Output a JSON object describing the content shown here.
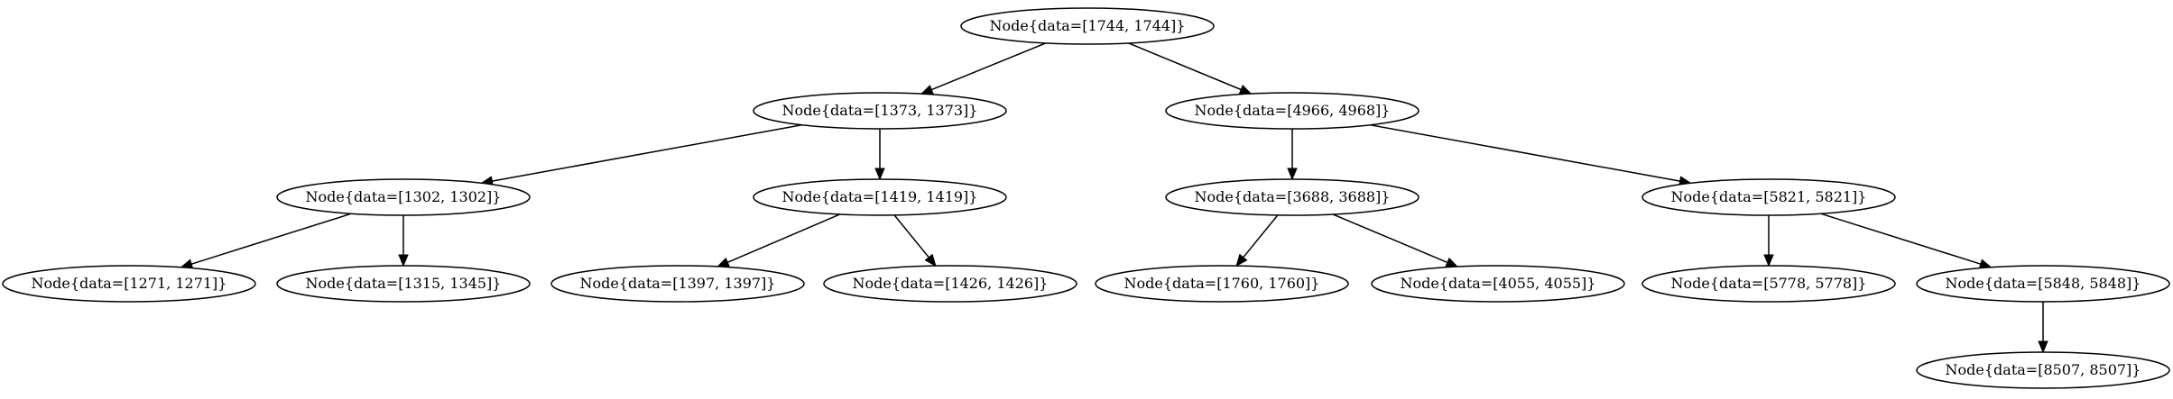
{
  "nodes": [
    {
      "id": "n1744",
      "label": "Node{data=[1744, 1744]}"
    },
    {
      "id": "n1373",
      "label": "Node{data=[1373, 1373]}"
    },
    {
      "id": "n4966",
      "label": "Node{data=[4966, 4968]}"
    },
    {
      "id": "n1302",
      "label": "Node{data=[1302, 1302]}"
    },
    {
      "id": "n1419",
      "label": "Node{data=[1419, 1419]}"
    },
    {
      "id": "n3688",
      "label": "Node{data=[3688, 3688]}"
    },
    {
      "id": "n5821",
      "label": "Node{data=[5821, 5821]}"
    },
    {
      "id": "n1271",
      "label": "Node{data=[1271, 1271]}"
    },
    {
      "id": "n1315",
      "label": "Node{data=[1315, 1345]}"
    },
    {
      "id": "n1397",
      "label": "Node{data=[1397, 1397]}"
    },
    {
      "id": "n1426",
      "label": "Node{data=[1426, 1426]}"
    },
    {
      "id": "n1760",
      "label": "Node{data=[1760, 1760]}"
    },
    {
      "id": "n4055",
      "label": "Node{data=[4055, 4055]}"
    },
    {
      "id": "n5778",
      "label": "Node{data=[5778, 5778]}"
    },
    {
      "id": "n5848",
      "label": "Node{data=[5848, 5848]}"
    },
    {
      "id": "n8507",
      "label": "Node{data=[8507, 8507]}"
    }
  ],
  "edges": [
    {
      "from": "n1744",
      "to": "n1373"
    },
    {
      "from": "n1744",
      "to": "n4966"
    },
    {
      "from": "n1373",
      "to": "n1302"
    },
    {
      "from": "n1373",
      "to": "n1419"
    },
    {
      "from": "n4966",
      "to": "n3688"
    },
    {
      "from": "n4966",
      "to": "n5821"
    },
    {
      "from": "n1302",
      "to": "n1271"
    },
    {
      "from": "n1302",
      "to": "n1315"
    },
    {
      "from": "n1419",
      "to": "n1397"
    },
    {
      "from": "n1419",
      "to": "n1426"
    },
    {
      "from": "n3688",
      "to": "n1760"
    },
    {
      "from": "n3688",
      "to": "n4055"
    },
    {
      "from": "n5821",
      "to": "n5778"
    },
    {
      "from": "n5821",
      "to": "n5848"
    },
    {
      "from": "n5848",
      "to": "n8507"
    }
  ]
}
